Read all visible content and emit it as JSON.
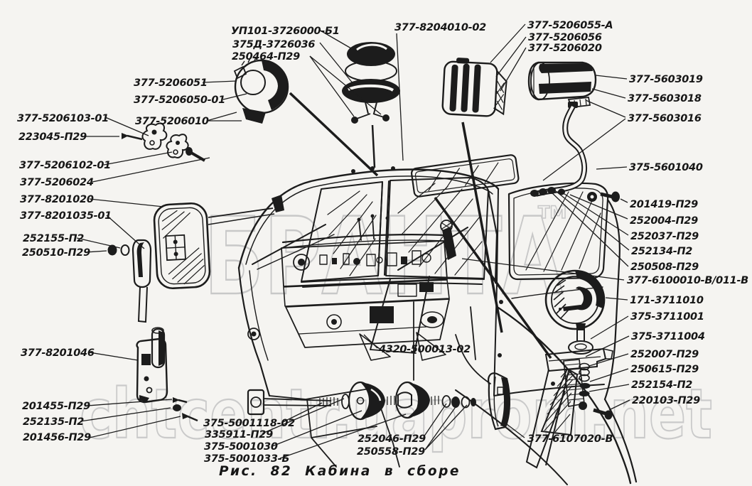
{
  "figure": {
    "number": "Рис. 82",
    "title": "Кабина в сборе",
    "caption": "Рис. 82   Кабина в сборе"
  },
  "watermarks": {
    "center": "БРАНТА",
    "tm": "ТМ",
    "bottom": "chtcentr.uaprom.net"
  },
  "colors": {
    "paper": "#f5f4f1",
    "ink": "#1c1c1c",
    "watermark": "#c7c7c7"
  },
  "labels": [
    {
      "text": "УП101-3726000-Б1"
    },
    {
      "text": "375Д-3726036"
    },
    {
      "text": "250464-П29"
    },
    {
      "text": "377-5206051"
    },
    {
      "text": "377-5206050-01"
    },
    {
      "text": "377-5206010"
    },
    {
      "text": "377-5206103-01"
    },
    {
      "text": "223045-П29"
    },
    {
      "text": "377-5206102-01"
    },
    {
      "text": "377-5206024"
    },
    {
      "text": "377-8201020"
    },
    {
      "text": "377-8201035-01"
    },
    {
      "text": "252155-П2"
    },
    {
      "text": "250510-П29"
    },
    {
      "text": "377-8201046"
    },
    {
      "text": "201455-П29"
    },
    {
      "text": "252135-П2"
    },
    {
      "text": "201456-П29"
    },
    {
      "text": "377-8204010-02"
    },
    {
      "text": "377-5206055-А"
    },
    {
      "text": "377-5206056"
    },
    {
      "text": "377-5206020"
    },
    {
      "text": "377-5603019"
    },
    {
      "text": "377-5603018"
    },
    {
      "text": "377-5603016"
    },
    {
      "text": "375-5601040"
    },
    {
      "text": "201419-П29"
    },
    {
      "text": "252004-П29"
    },
    {
      "text": "252037-П29"
    },
    {
      "text": "252134-П2"
    },
    {
      "text": "250508-П29"
    },
    {
      "text": "377-6100010-В/011-В"
    },
    {
      "text": "171-3711010"
    },
    {
      "text": "375-3711001"
    },
    {
      "text": "375-3711004"
    },
    {
      "text": "252007-П29"
    },
    {
      "text": "250615-П29"
    },
    {
      "text": "252154-П2"
    },
    {
      "text": "220103-П29"
    },
    {
      "text": "377-6107020-В"
    },
    {
      "text": "4320-500013-02"
    },
    {
      "text": "375-5001118-02"
    },
    {
      "text": "335911-П29"
    },
    {
      "text": "375-5001030"
    },
    {
      "text": "375-5001033-Б"
    },
    {
      "text": "252046-П29"
    },
    {
      "text": "250558-П29"
    }
  ]
}
